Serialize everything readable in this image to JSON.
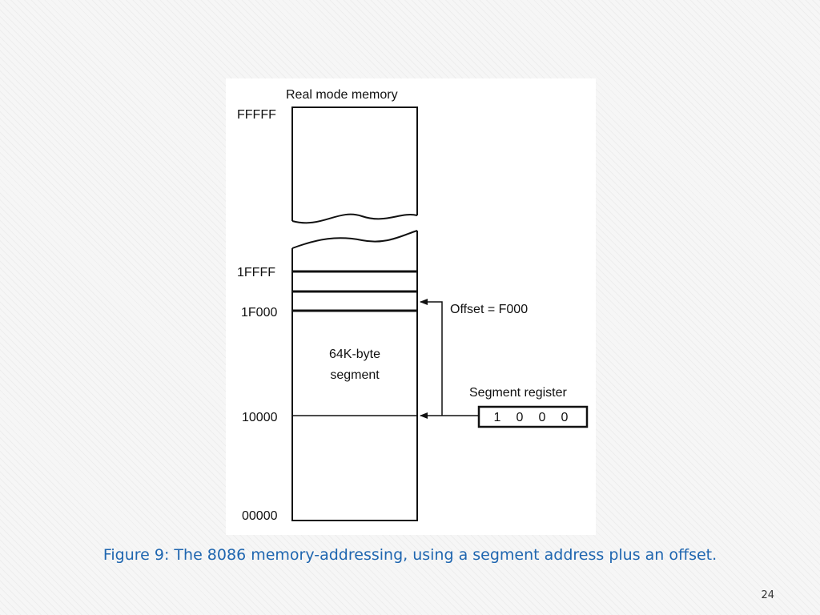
{
  "diagram": {
    "title": "Real mode memory",
    "addresses": {
      "top": "FFFFF",
      "seg_end": "1FFFF",
      "offset_addr": "1F000",
      "seg_start": "10000",
      "bottom": "00000"
    },
    "segment_label_line1": "64K-byte",
    "segment_label_line2": "segment",
    "offset_label": "Offset = F000",
    "segment_register_label": "Segment register",
    "segment_register_digits": [
      "1",
      "0",
      "0",
      "0"
    ]
  },
  "caption": "Figure 9: The 8086 memory-addressing, using a segment address plus an offset.",
  "page_number": "24"
}
